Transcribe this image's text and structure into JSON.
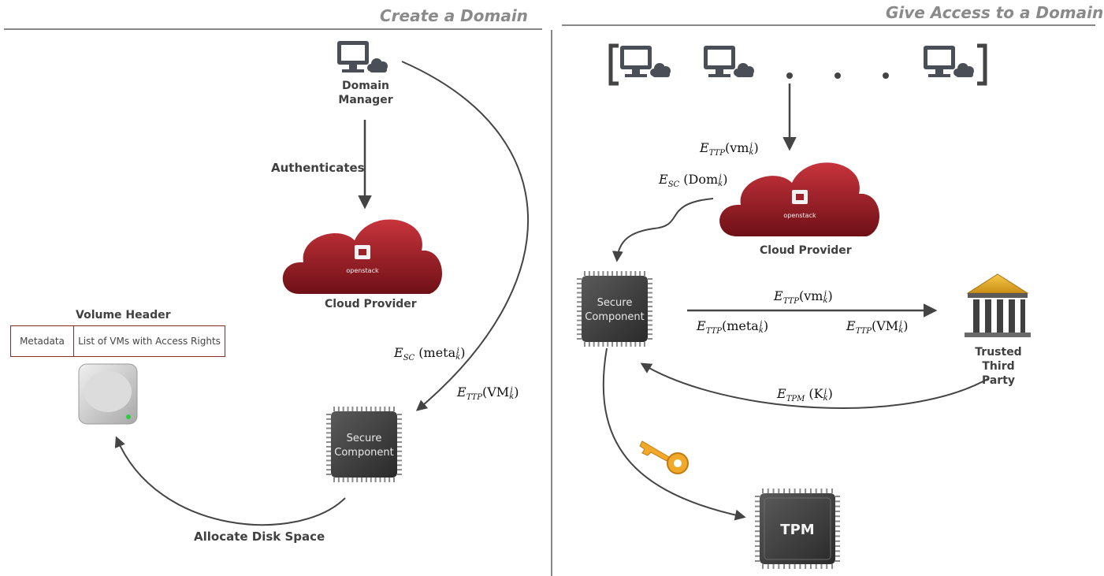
{
  "headers": {
    "left": "Create a Domain",
    "right": "Give Access to a Domain"
  },
  "left_panel": {
    "domain_manager": "Domain\nManager",
    "authenticates": "Authenticates",
    "cloud_provider": "Cloud Provider",
    "openstack": "openstack",
    "volume_header": "Volume Header",
    "metadata": "Metadata",
    "vm_list": "List of VMs with Access Rights",
    "secure_component": [
      "Secure",
      "Component"
    ],
    "allocate": "Allocate Disk Space",
    "e_sc_meta": {
      "E": "E",
      "sub": "SC",
      "arg": "meta",
      "sup": "i",
      "idx": "k"
    },
    "e_ttp_vm": {
      "E": "E",
      "sub": "TTP",
      "arg": "VM",
      "sup": "i",
      "idx": "k"
    }
  },
  "right_panel": {
    "dots": ". . .",
    "cloud_provider": "Cloud Provider",
    "openstack": "openstack",
    "secure_component": [
      "Secure",
      "Component"
    ],
    "trusted_third_party": "Trusted Third\nParty",
    "tpm": "TPM",
    "e_ttp_vm_top": {
      "E": "E",
      "sub": "TTP",
      "arg": "vm",
      "sup": "i",
      "idx": "k"
    },
    "e_sc_dom": {
      "E": "E",
      "sub": "SC",
      "arg": "Dom",
      "sup": "i",
      "idx": "k"
    },
    "e_ttp_vm_arrow": {
      "E": "E",
      "sub": "TTP",
      "arg": "vm",
      "sup": "i",
      "idx": "k"
    },
    "e_ttp_meta": {
      "E": "E",
      "sub": "TTP",
      "arg": "meta",
      "sup": "i",
      "idx": "k"
    },
    "e_ttp_VM": {
      "E": "E",
      "sub": "TTP",
      "arg": "VM",
      "sup": "i",
      "idx": "k"
    },
    "e_tpm_k": {
      "E": "E",
      "sub": "TPM",
      "arg": "K",
      "sup": "i",
      "idx": "k"
    }
  },
  "colors": {
    "cloud": "#a0202a",
    "chip": "#3a3a3a",
    "divider": "#888888",
    "arrow": "#444444"
  }
}
